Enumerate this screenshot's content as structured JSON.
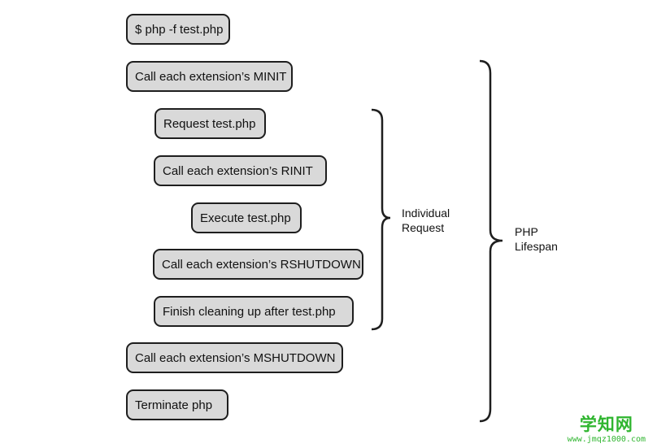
{
  "steps": [
    "$ php -f test.php",
    "Call each extension’s MINIT",
    "Request test.php",
    "Call each extension’s RINIT",
    "Execute test.php",
    "Call each extension’s RSHUTDOWN",
    "Finish cleaning up after test.php",
    "Call each extension’s MSHUTDOWN",
    "Terminate php"
  ],
  "braces": {
    "request": {
      "line1": "Individual",
      "line2": "Request"
    },
    "lifespan": {
      "line1": "PHP",
      "line2": "Lifespan"
    }
  },
  "watermark": {
    "main": "学知网",
    "sub": "www.jmqz1000.com"
  }
}
